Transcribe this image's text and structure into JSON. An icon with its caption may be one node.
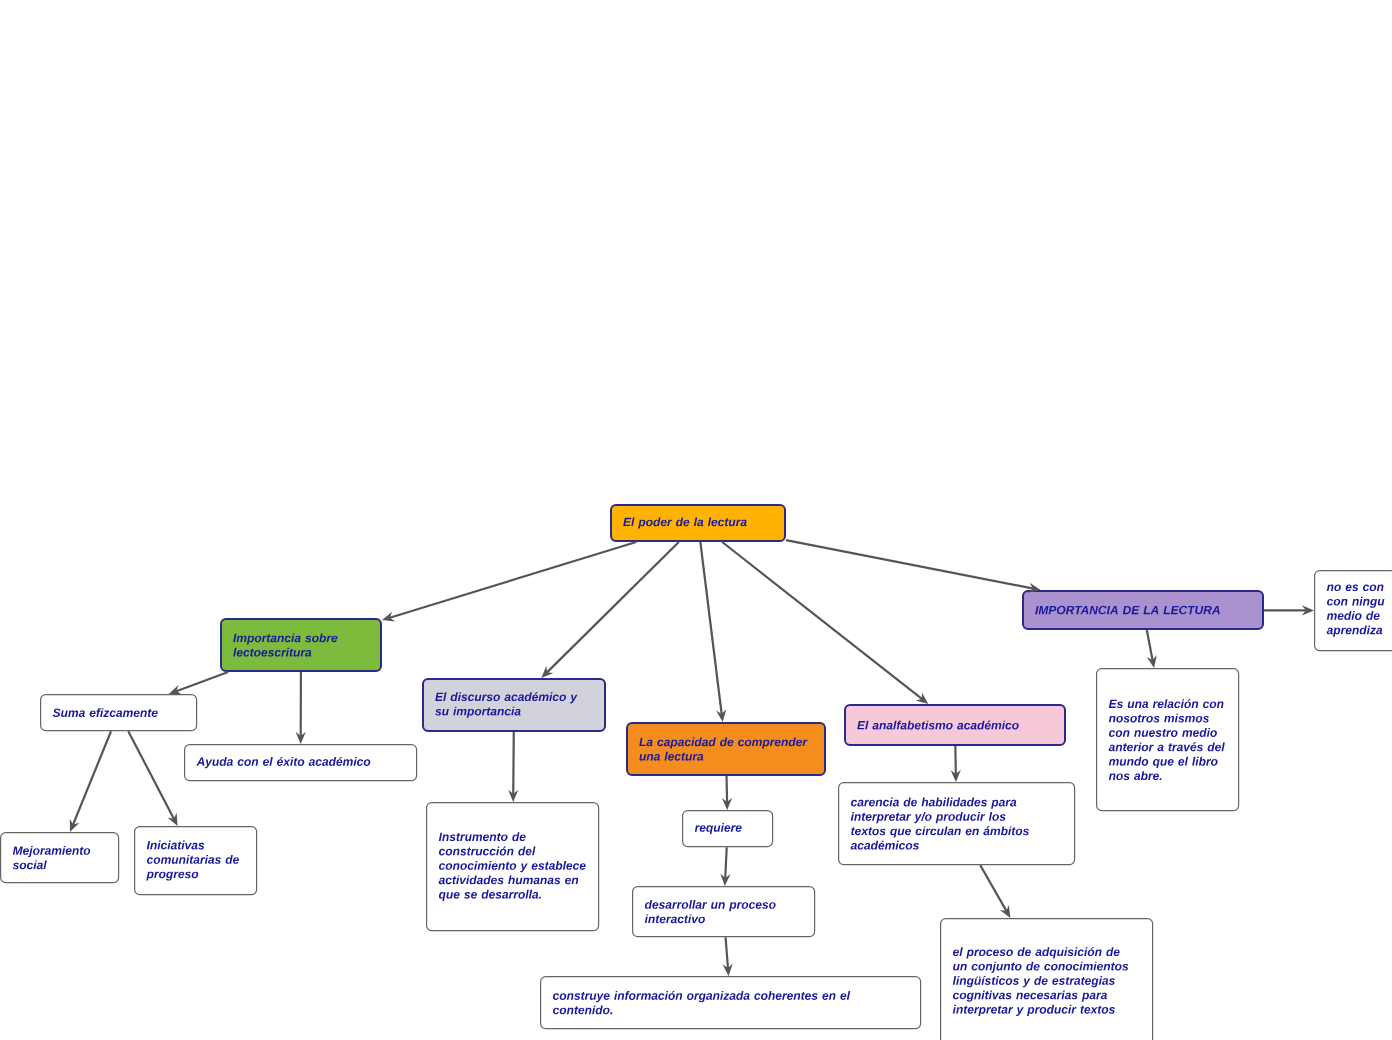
{
  "diagram": {
    "nodes": [
      {
        "text": [
          "El poder de la lectura"
        ]
      },
      {
        "text": [
          "Importancia sobre lectoescritura"
        ]
      },
      {
        "text": [
          "Suma efizcamente"
        ]
      },
      {
        "text": [
          "Ayuda con el éxito académico"
        ]
      },
      {
        "text": [
          "Mejoramiento social"
        ]
      },
      {
        "text": [
          "Iniciativas comunitarias de progreso"
        ]
      },
      {
        "text": [
          "El discurso académico y su importancia"
        ]
      },
      {
        "text": [
          "Instrumento de construcción del conocimiento y establece actividades humanas en que se desarrolla."
        ]
      },
      {
        "text": [
          "La capacidad de comprender una lectura"
        ]
      },
      {
        "text": [
          "requiere"
        ]
      },
      {
        "text": [
          "desarrollar un proceso interactivo"
        ]
      },
      {
        "text": [
          "construye información organizada coherentes en el contenido."
        ]
      },
      {
        "text": [
          "El analfabetismo académico"
        ]
      },
      {
        "text": [
          "carencia de habilidades para interpretar y/o producir los textos que circulan en ámbitos académicos"
        ]
      },
      {
        "text": [
          "el proceso de adquisición de un conjunto de conocimientos lingüísticos y de estrategias cognitivas necesarias para interpretar y producir textos"
        ]
      },
      {
        "text": [
          "IMPORTANCIA DE LA LECTURA"
        ]
      },
      {
        "text": [
          "Es una relación con nosotros mismos con nuestro medio anterior a través del mundo que el libro nos abre."
        ]
      },
      {
        "text": [
          "no es con con ningu medio de aprendiza"
        ]
      }
    ],
    "edges": [
      {
        "from": 0,
        "to": 1,
        "arrow": "to"
      },
      {
        "from": 0,
        "to": 6,
        "arrow": "to"
      },
      {
        "from": 0,
        "to": 8,
        "arrow": "to"
      },
      {
        "from": 0,
        "to": 12,
        "arrow": "to"
      },
      {
        "from": 0,
        "to": 15,
        "arrow": "to"
      },
      {
        "from": 1,
        "to": 2,
        "arrow": "to"
      },
      {
        "from": 1,
        "to": 3,
        "arrow": "to"
      },
      {
        "from": 2,
        "to": 4,
        "arrow": "to"
      },
      {
        "from": 2,
        "to": 5,
        "arrow": "to"
      },
      {
        "from": 6,
        "to": 7,
        "arrow": "to"
      },
      {
        "from": 8,
        "to": 9,
        "arrow": "to"
      },
      {
        "from": 9,
        "to": 10,
        "arrow": "to"
      },
      {
        "from": 10,
        "to": 11,
        "arrow": "to"
      },
      {
        "from": 12,
        "to": 13,
        "arrow": "to"
      },
      {
        "from": 13,
        "to": 14,
        "arrow": "to"
      },
      {
        "from": 15,
        "to": 16,
        "arrow": "to"
      },
      {
        "from": 15,
        "to": 17,
        "arrow": "to"
      }
    ]
  }
}
